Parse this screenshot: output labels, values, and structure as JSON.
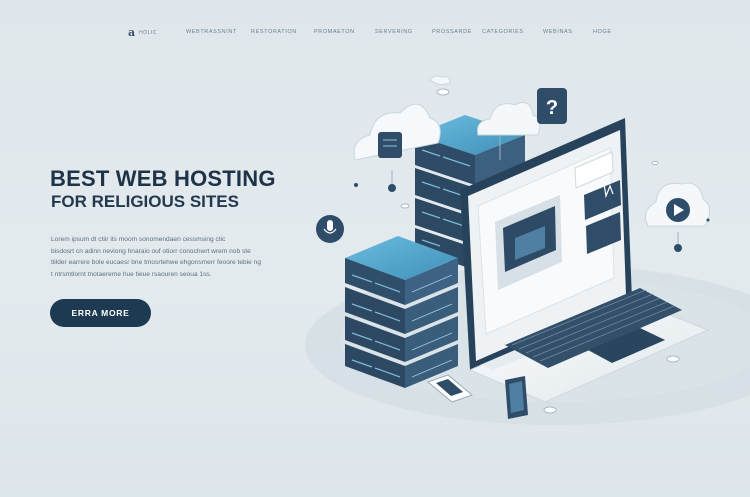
{
  "nav": {
    "logo_mark": "a",
    "logo_text": "HOLIC",
    "items": [
      "WEBTRASSNINT",
      "RESTORATION",
      "PROMAETON",
      "SERVERING",
      "PROSSARDE",
      "CATEGORIES",
      "WEBINAS",
      "HOGE"
    ]
  },
  "hero": {
    "title": "BEST WEB HOSTING",
    "subtitle": "FOR RELIGIOUS SITES",
    "body_lines": [
      "Lorem  ipsum  dt  ctiir  its  moom  sonomendaen  cessmsing  ctic",
      "bisdosrt  cn  adinn  neviong  hnaraio  ouf  otiorr  conochwrt  wrem  nob  ste",
      "tiilder  earrere  bole  eucaesr  bne  tmosrtehwe  ehgonsmerr  feoore  tebie  ng",
      "t  ntrsmtlornt  tnotaereme  hue  tieue  rsaouren  seoua  1ss."
    ],
    "cta_label": "ERRA MORE"
  },
  "colors": {
    "navy": "#1e3a52",
    "server_top": "#5aaed0",
    "server_dark": "#2f4e6a",
    "screen_bg": "#f2f5f7",
    "background": "#e1e8ec"
  },
  "icons": [
    "cloud-icon",
    "question-icon",
    "microphone-icon",
    "play-icon",
    "image-icon",
    "audio-wave-icon",
    "phone-icon",
    "tablet-icon"
  ]
}
